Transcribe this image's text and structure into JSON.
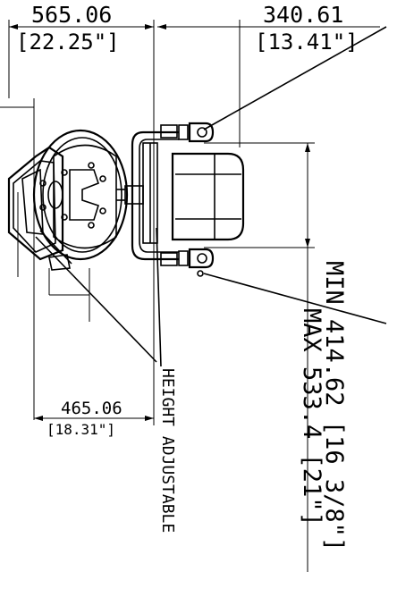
{
  "dimensions": {
    "top_left": {
      "mm": "565.06",
      "inch": "[22.25\"]"
    },
    "top_right": {
      "mm": "340.61",
      "inch": "[13.41\"]"
    },
    "bottom_left": {
      "mm": "465.06",
      "inch": "[18.31\"]"
    }
  },
  "labels": {
    "height_adjustable": "HEIGHT ADJUSTABLE",
    "min_range": "MIN 414.62 [16 3/8\"]",
    "max_range": "MAX 533.4 [21\"]"
  }
}
